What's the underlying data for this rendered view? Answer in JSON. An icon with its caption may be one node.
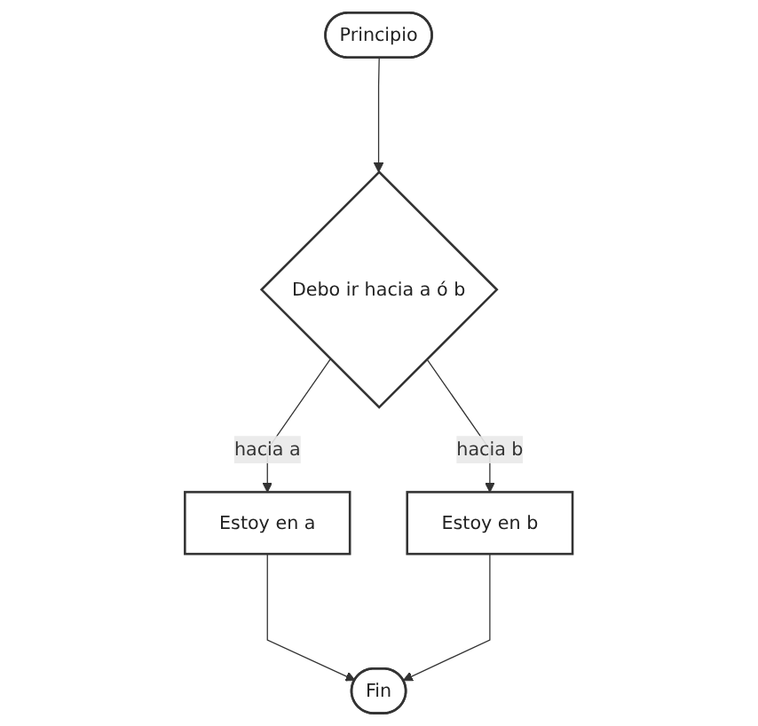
{
  "diagram": {
    "nodes": [
      {
        "text": [
          "Principio"
        ]
      },
      {
        "text": [
          "Debo ir hacia a ó b"
        ]
      },
      {
        "text": [
          "Estoy en a"
        ]
      },
      {
        "text": [
          "Estoy en b"
        ]
      },
      {
        "text": [
          "Fin"
        ]
      }
    ],
    "edges": [
      {
        "from": 0,
        "to": 1,
        "arrow": "to"
      },
      {
        "from": 1,
        "to": 2,
        "arrow": "to",
        "label": "hacia a"
      },
      {
        "from": 1,
        "to": 3,
        "arrow": "to",
        "label": "hacia b"
      },
      {
        "from": 2,
        "to": 4,
        "arrow": "to"
      },
      {
        "from": 3,
        "to": 4,
        "arrow": "to"
      }
    ]
  }
}
